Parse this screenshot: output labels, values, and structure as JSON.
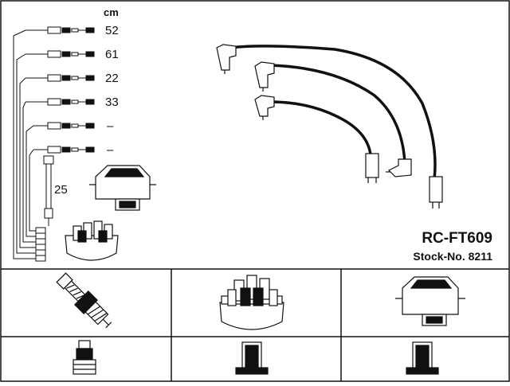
{
  "diagram": {
    "unit_label": "cm",
    "lengths": [
      "52",
      "61",
      "22",
      "33",
      "–",
      "–"
    ],
    "coil_lead_length": "25",
    "model": "RC-FT609",
    "stock_number": "Stock-No. 8211"
  },
  "components": {
    "row1": [
      "spark-plug",
      "distributor-cap",
      "ignition-coil"
    ],
    "row2": [
      "spark-plug-terminal",
      "distributor-terminal",
      "coil-terminal"
    ]
  },
  "colors": {
    "line": "#111111",
    "background": "#ffffff"
  }
}
